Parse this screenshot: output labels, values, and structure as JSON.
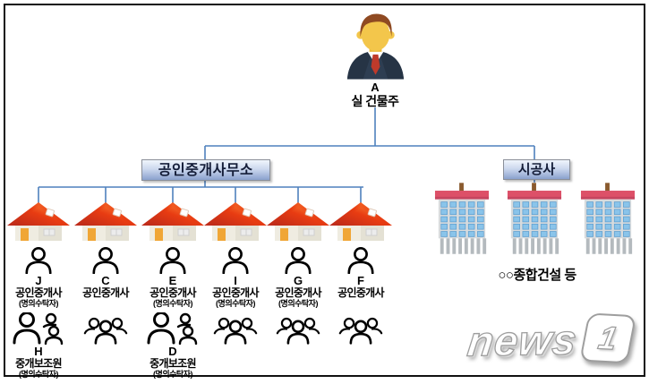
{
  "root": {
    "letter": "A",
    "name": "실 건물주"
  },
  "office_box": {
    "label": "공인중개사무소"
  },
  "contractor_box": {
    "label": "시공사"
  },
  "columns": [
    {
      "letter": "J",
      "role": "공인중개사",
      "note": "(명의수탁자)",
      "assistant": {
        "letter": "H",
        "role": "중개보조원",
        "note": "(명의수탁자)"
      }
    },
    {
      "letter": "C",
      "role": "공인중개사",
      "note": "",
      "assistant": null
    },
    {
      "letter": "E",
      "role": "공인중개사",
      "note": "(명의수탁자)",
      "assistant": {
        "letter": "D",
        "role": "중개보조원",
        "note": "(명의수탁자)"
      }
    },
    {
      "letter": "I",
      "role": "공인중개사",
      "note": "(명의수탁자)",
      "assistant": null
    },
    {
      "letter": "G",
      "role": "공인중개사",
      "note": "(명의수탁자)",
      "assistant": null
    },
    {
      "letter": "F",
      "role": "공인중개사",
      "note": "",
      "assistant": null
    }
  ],
  "contractor": {
    "caption": "○○종합건설 등",
    "building_count": 3
  },
  "watermark": {
    "text": "news",
    "badge": "1"
  },
  "icons": {
    "root": "businessman-icon",
    "office": "house-icon",
    "agent": "person-icon",
    "assistant_pair": "people-duo-icon",
    "staff_group": "people-group-icon",
    "contractor": "building-icon"
  },
  "colors": {
    "line": "#4f81bd",
    "box-top": "#f0f5fc",
    "box-bottom": "#8aa1cd",
    "roof-red": "#e83c12",
    "building-band": "#dd5068",
    "window-blue": "#8ac4ea",
    "suit-navy": "#2e3e52",
    "tie-red": "#bf3a2b",
    "face-yellow": "#f3c64b"
  }
}
